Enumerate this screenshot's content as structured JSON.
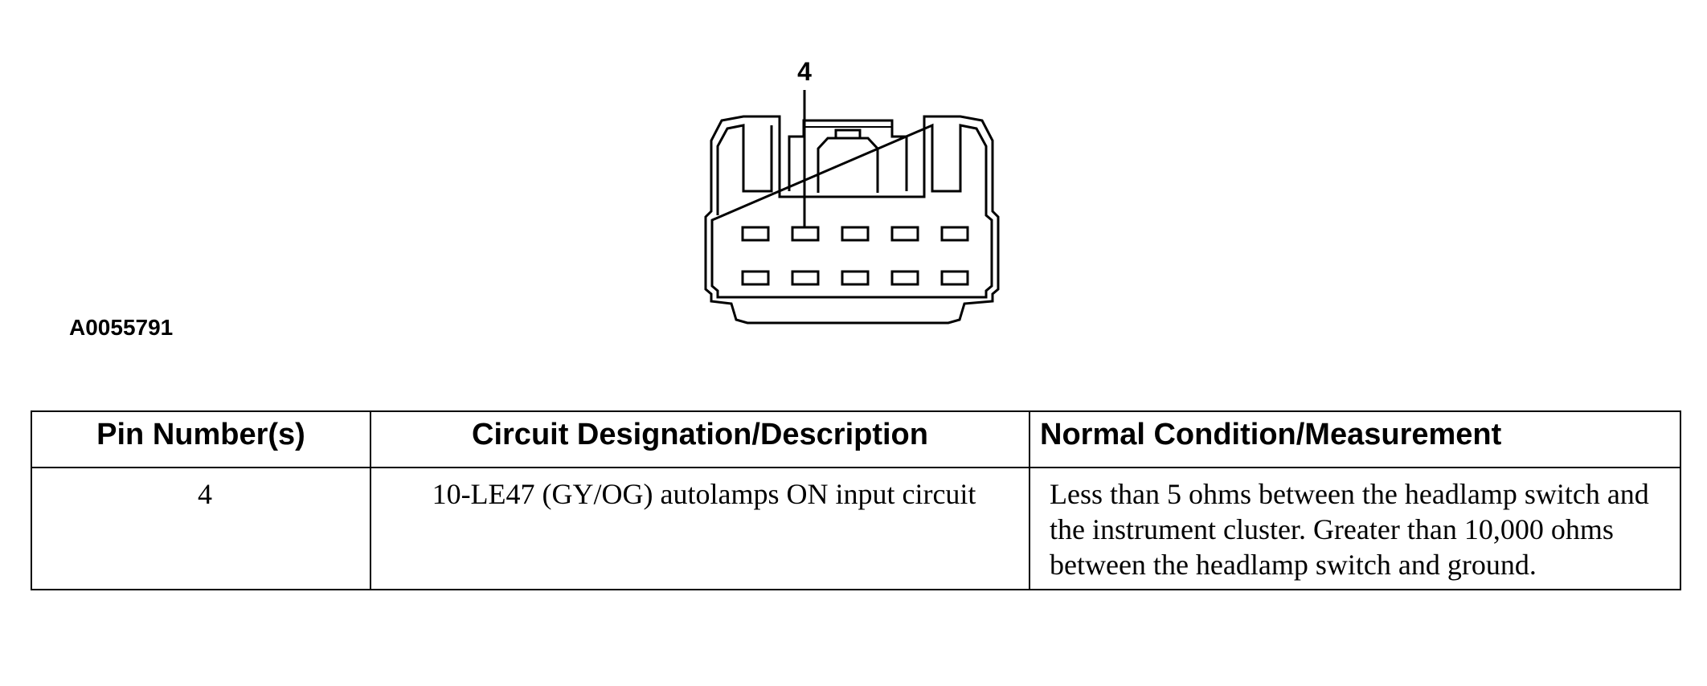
{
  "diagram": {
    "callout_label": "4",
    "figure_id": "A0055791"
  },
  "table": {
    "headers": [
      "Pin Number(s)",
      "Circuit Designation/Description",
      "Normal Condition/Measurement"
    ],
    "rows": [
      {
        "pin": "4",
        "circuit": "10-LE47 (GY/OG) autolamps ON input circuit",
        "condition": "Less than 5 ohms between the headlamp switch and the instrument cluster. Greater than 10,000 ohms between the headlamp switch and ground."
      }
    ]
  }
}
